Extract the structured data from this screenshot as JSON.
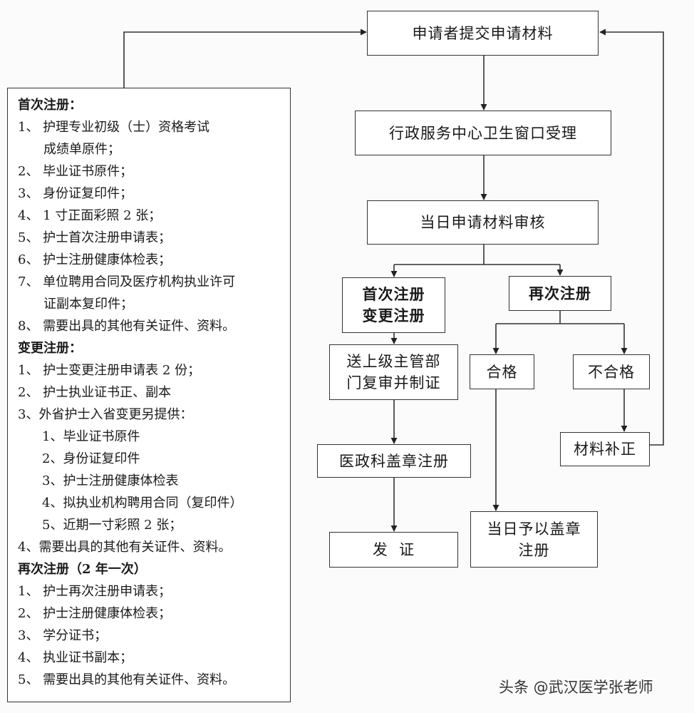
{
  "flowchart": {
    "submit": "申请者提交申请材料",
    "accept": "行政服务中心卫生窗口受理",
    "review": "当日申请材料审核",
    "first_change": [
      "首次注册",
      "变更注册"
    ],
    "renewal": "再次注册",
    "send_superior": [
      "送上级主管部",
      "门复审并制证"
    ],
    "qualified": "合格",
    "unqualified": "不合格",
    "supplement": "材料补正",
    "medical_stamp": "医政科盖章注册",
    "same_day_stamp": [
      "当日予以盖章",
      "注册"
    ],
    "issue": "发  证"
  },
  "requirements": {
    "first_registration": {
      "heading": "首次注册：",
      "lines": [
        "1、  护理专业初级（士）资格考试",
        "成绩单原件；",
        "2、  毕业证书原件；",
        "3、  身份证复印件；",
        "4、  1 寸正面彩照 2 张；",
        "5、  护士首次注册申请表；",
        "6、  护士注册健康体检表；",
        "7、  单位聘用合同及医疗机构执业许可",
        "证副本复印件；",
        "8、  需要出具的其他有关证件、资料。"
      ]
    },
    "change_registration": {
      "heading": "变更注册：",
      "lines": [
        "1、  护士变更注册申请表 2 份；",
        "2、  护士执业证书正、副本",
        "3、外省护士入省变更另提供：",
        "1、毕业证书原件",
        "2、身份证复印件",
        "3、护士注册健康体检表",
        "4、拟执业机构聘用合同（复印件）",
        "5、近期一寸彩照 2 张；",
        "4、需要出具的其他有关证件、资料。"
      ]
    },
    "renewal_registration": {
      "heading": "再次注册（2 年一次）",
      "lines": [
        "1、  护士再次注册申请表；",
        "2、  护士注册健康体检表；",
        "3、  学分证书；",
        "4、  执业证书副本；",
        "5、  需要出具的其他有关证件、资料。"
      ]
    }
  },
  "watermark": "头条 @武汉医学张老师"
}
